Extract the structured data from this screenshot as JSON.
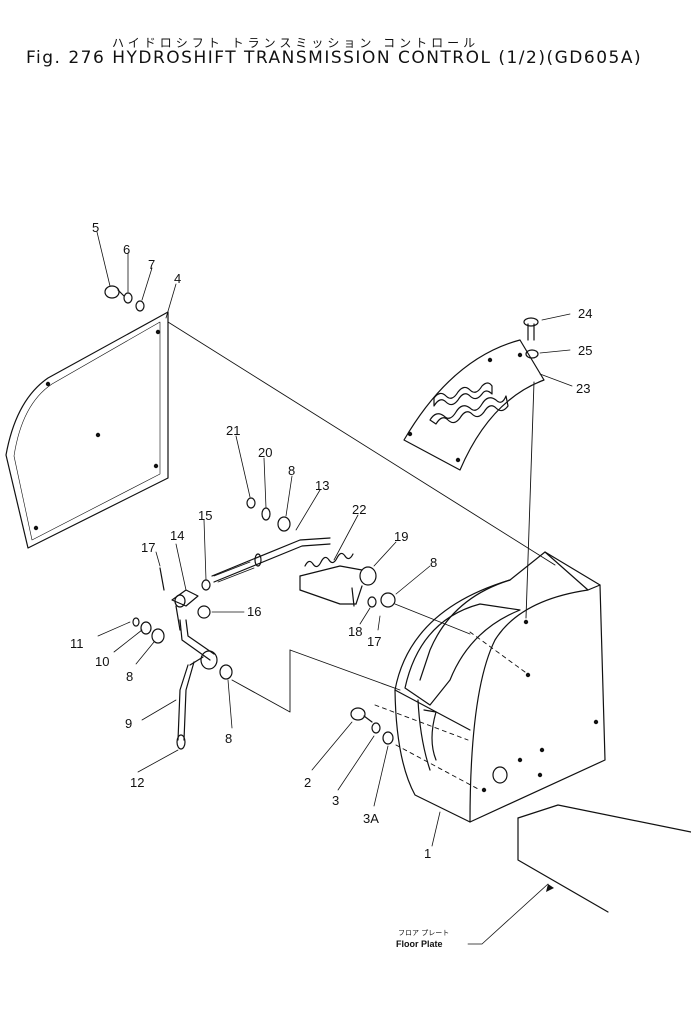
{
  "title": {
    "japanese": "ハイドロシフト トランスミッション コントロール",
    "english": "Fig. 276 HYDROSHIFT TRANSMISSION CONTROL (1/2)(GD605A)"
  },
  "callouts": {
    "c1": "1",
    "c2": "2",
    "c3": "3",
    "c3a": "3A",
    "c4": "4",
    "c5": "5",
    "c6": "6",
    "c7": "7",
    "c8a": "8",
    "c8b": "8",
    "c8c": "8",
    "c8d": "8",
    "c9": "9",
    "c10": "10",
    "c11": "11",
    "c12": "12",
    "c13": "13",
    "c14": "14",
    "c15": "15",
    "c16": "16",
    "c17a": "17",
    "c17b": "17",
    "c18": "18",
    "c19": "19",
    "c20": "20",
    "c21": "21",
    "c22": "22",
    "c23": "23",
    "c24": "24",
    "c25": "25"
  },
  "floor_plate": {
    "japanese": "フロア プレート",
    "english": "Floor Plate"
  }
}
